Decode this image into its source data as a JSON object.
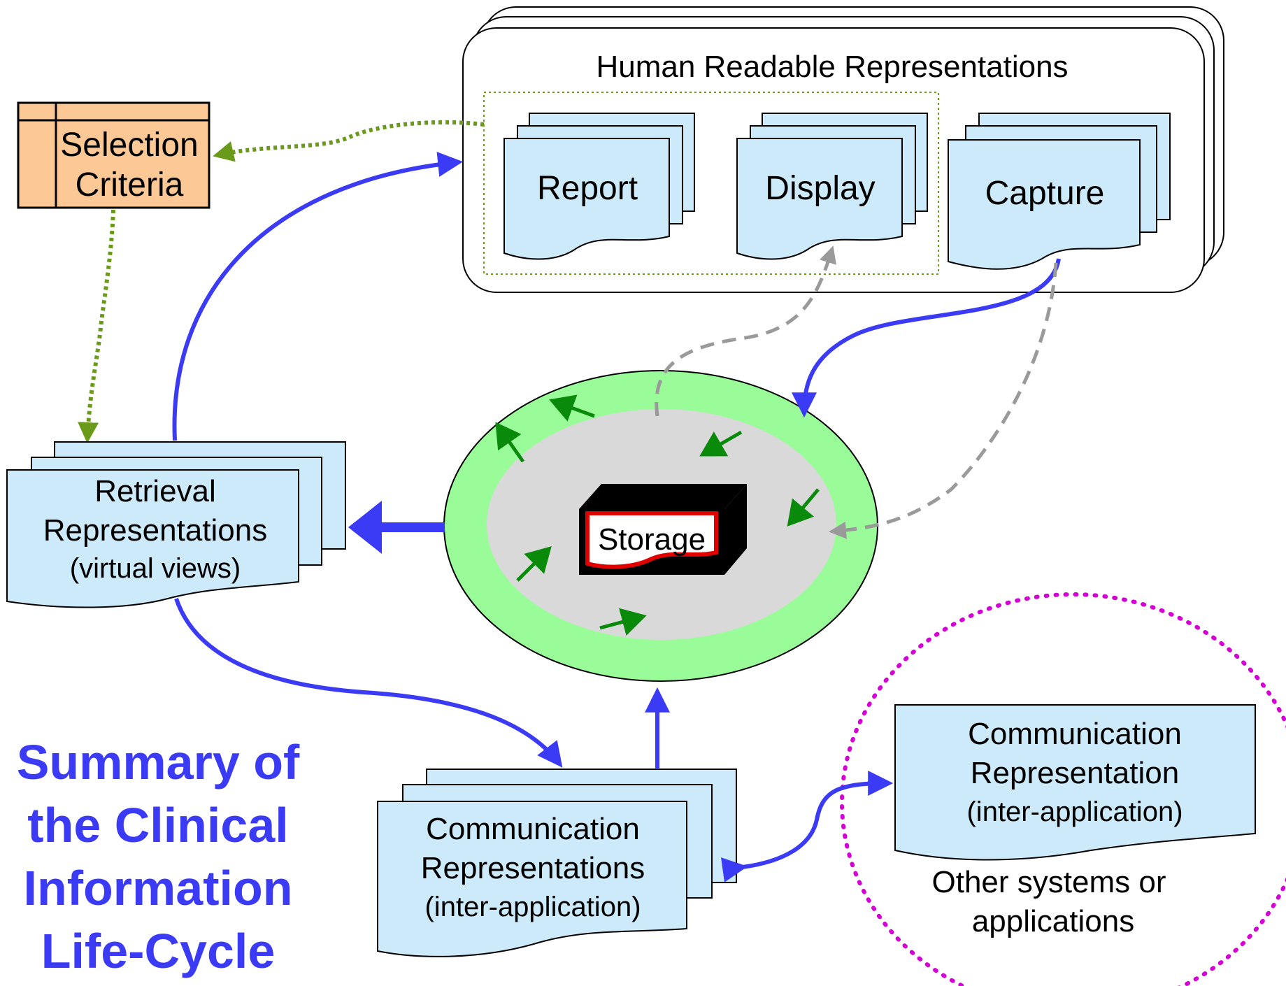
{
  "human_readable": {
    "title": "Human Readable Representations",
    "report": "Report",
    "display": "Display",
    "capture": "Capture"
  },
  "selection_criteria": {
    "line1": "Selection",
    "line2": "Criteria"
  },
  "storage": {
    "label": "Storage"
  },
  "retrieval": {
    "line1": "Retrieval",
    "line2": "Representations",
    "line3": "(virtual views)"
  },
  "communication_local": {
    "line1": "Communication",
    "line2": "Representations",
    "line3": "(inter-application)"
  },
  "communication_external": {
    "line1": "Communication",
    "line2": "Representation",
    "line3": "(inter-application)"
  },
  "other_systems": {
    "line1": "Other systems or",
    "line2": "applications"
  },
  "summary_title": {
    "line1": "Summary of",
    "line2": "the Clinical",
    "line3": "Information",
    "line4": "Life-Cycle"
  },
  "colors": {
    "doc_fill": "#cdeafb",
    "flow_blue": "#3b3bf5",
    "selection_fill": "#fcc896",
    "ring_green": "#99fc99",
    "arrow_green": "#0a8a0a",
    "dotted_olive": "#6a9a1a",
    "dashed_grey": "#9a9a9a",
    "magenta_circle": "#d400d4"
  }
}
